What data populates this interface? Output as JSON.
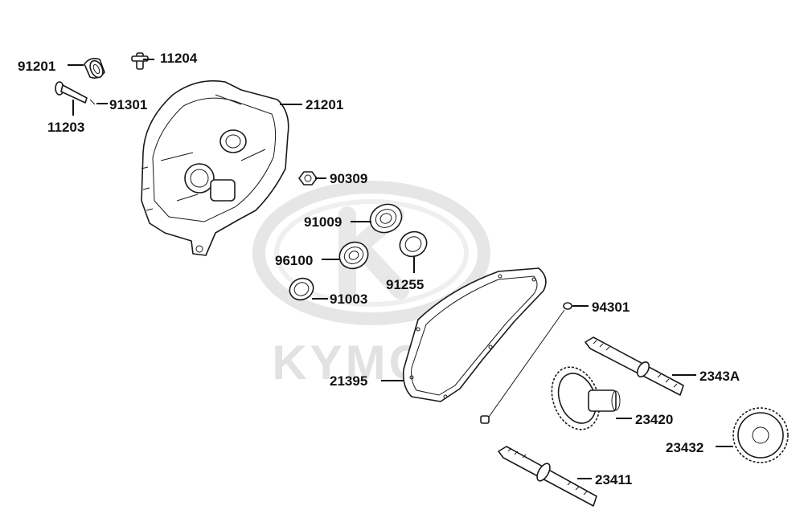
{
  "watermark": {
    "text": "KYMCO",
    "color": "#e3e3e3"
  },
  "parts": [
    {
      "id": "p91201",
      "number": "91201"
    },
    {
      "id": "p11204",
      "number": "11204"
    },
    {
      "id": "p91301",
      "number": "91301"
    },
    {
      "id": "p11203",
      "number": "11203"
    },
    {
      "id": "p21201",
      "number": "21201"
    },
    {
      "id": "p90309",
      "number": "90309"
    },
    {
      "id": "p91009",
      "number": "91009"
    },
    {
      "id": "p96100",
      "number": "96100"
    },
    {
      "id": "p91255",
      "number": "91255"
    },
    {
      "id": "p91003",
      "number": "91003"
    },
    {
      "id": "p94301",
      "number": "94301"
    },
    {
      "id": "p21395",
      "number": "21395"
    },
    {
      "id": "p2343A",
      "number": "2343A"
    },
    {
      "id": "p23420",
      "number": "23420"
    },
    {
      "id": "p23432",
      "number": "23432"
    },
    {
      "id": "p23411",
      "number": "23411"
    }
  ]
}
